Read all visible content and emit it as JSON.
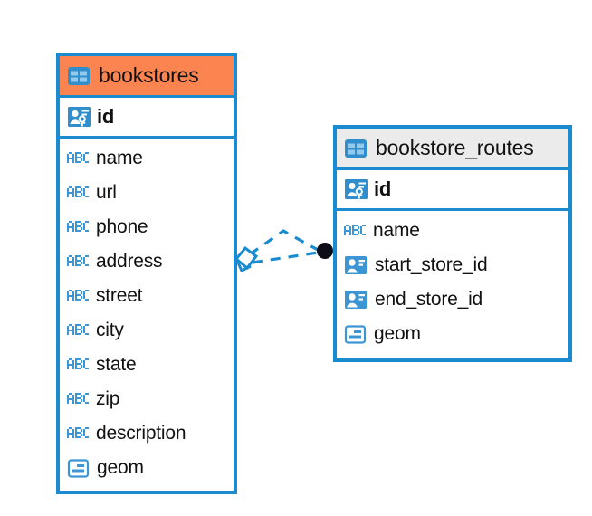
{
  "diagram": {
    "type": "entity-relationship-diagram",
    "background": "#ffffff",
    "colors": {
      "border": "#1b8bd0",
      "icon_blue": "#3c95d4",
      "icon_blue_dark": "#1b8bd0",
      "header_highlight": "#fb8450",
      "header_default": "#ebebeb",
      "text": "#111111",
      "relation_line": "#1b8bd0",
      "relation_endpoint": "#0d0d18"
    },
    "tables": [
      {
        "name": "bookstores",
        "header_icon": "table-icon",
        "header_style": "accent-orange",
        "fields": [
          {
            "label": "id",
            "icon": "primary-key-icon",
            "key": true
          },
          {
            "label": "name",
            "icon": "abc-text-icon",
            "key": false
          },
          {
            "label": "url",
            "icon": "abc-text-icon",
            "key": false
          },
          {
            "label": "phone",
            "icon": "abc-text-icon",
            "key": false
          },
          {
            "label": "address",
            "icon": "abc-text-icon",
            "key": false
          },
          {
            "label": "street",
            "icon": "abc-text-icon",
            "key": false
          },
          {
            "label": "city",
            "icon": "abc-text-icon",
            "key": false
          },
          {
            "label": "state",
            "icon": "abc-text-icon",
            "key": false
          },
          {
            "label": "zip",
            "icon": "abc-text-icon",
            "key": false
          },
          {
            "label": "description",
            "icon": "abc-text-icon",
            "key": false
          },
          {
            "label": "geom",
            "icon": "geometry-icon",
            "key": false
          }
        ]
      },
      {
        "name": "bookstore_routes",
        "header_icon": "table-icon",
        "header_style": "accent-gray",
        "fields": [
          {
            "label": "id",
            "icon": "primary-key-icon",
            "key": true
          },
          {
            "label": "name",
            "icon": "abc-text-icon",
            "key": false
          },
          {
            "label": "start_store_id",
            "icon": "foreign-key-icon",
            "key": false
          },
          {
            "label": "end_store_id",
            "icon": "foreign-key-icon",
            "key": false
          },
          {
            "label": "geom",
            "icon": "geometry-icon",
            "key": false
          }
        ]
      }
    ],
    "relationship": {
      "from_table": "bookstores",
      "to_table": "bookstore_routes",
      "line_style": "dashed",
      "source_endpoint": "diamond-crowsfoot-marker",
      "target_endpoint": "filled-circle-marker"
    }
  }
}
